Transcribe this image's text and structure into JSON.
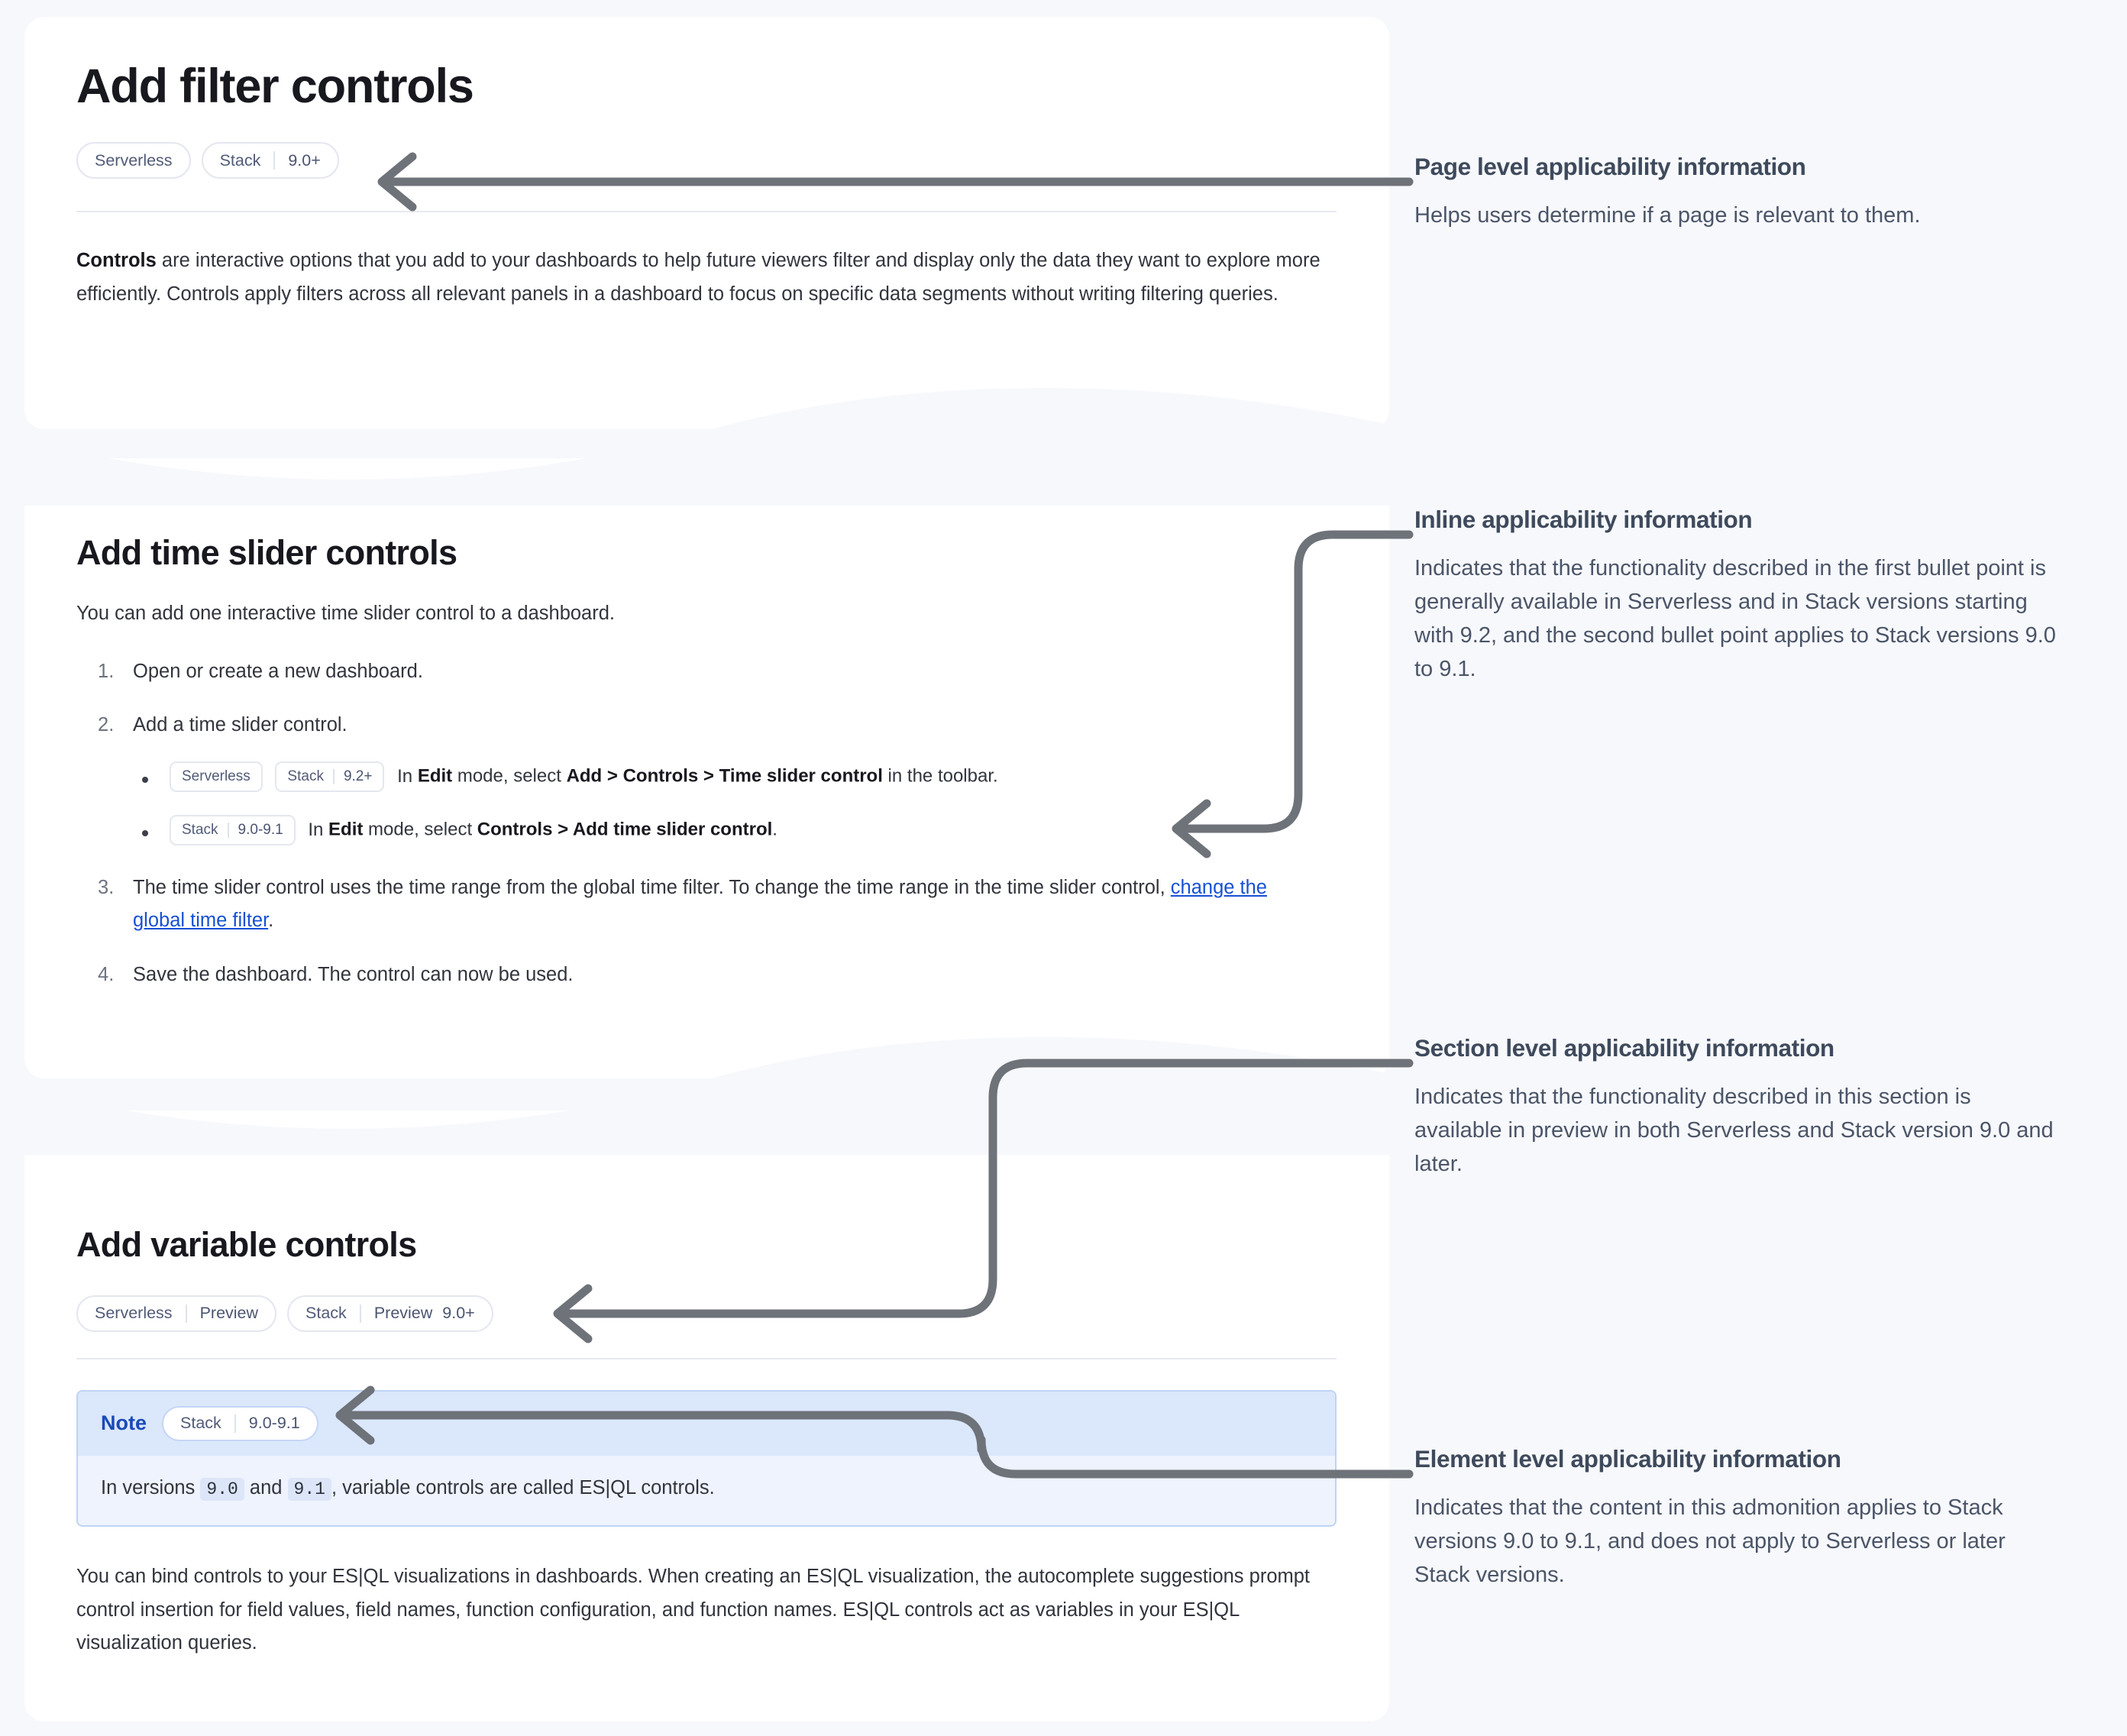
{
  "page": {
    "title": "Add filter controls",
    "applicability": [
      {
        "name": "Serverless",
        "value": "",
        "value2": ""
      },
      {
        "name": "Stack",
        "value": "9.0+",
        "value2": ""
      }
    ],
    "intro_lead": "Controls",
    "intro_rest": " are interactive options that you add to your dashboards to help future viewers filter and display only the data they want to explore more efficiently. Controls apply filters across all relevant panels in a dashboard to focus on specific data segments without writing filtering queries."
  },
  "section_time_slider": {
    "title": "Add time slider controls",
    "lead": "You can add one interactive time slider control to a dashboard.",
    "steps": [
      {
        "text": "Open or create a new dashboard."
      },
      {
        "text": "Add a time slider control."
      },
      {
        "text": "The time slider control uses the time range from the global time filter. To change the time range in the time slider control, "
      },
      {
        "text": "Save the dashboard. The control can now be used."
      }
    ],
    "step3_link": "change the global time filter",
    "step3_tail": ".",
    "bullets": [
      {
        "badges": [
          {
            "name": "Serverless",
            "value": "",
            "value2": ""
          },
          {
            "name": "Stack",
            "value": "9.2+",
            "value2": ""
          }
        ],
        "prefix": "In ",
        "b1": "Edit",
        "mid1": " mode, select ",
        "b2": "Add",
        "sep1": " > ",
        "b3": "Controls",
        "sep2": " > ",
        "b4": "Time slider control",
        "tail": " in the toolbar."
      },
      {
        "badges": [
          {
            "name": "Stack",
            "value": "9.0-9.1",
            "value2": ""
          }
        ],
        "prefix": "In ",
        "b1": "Edit",
        "mid1": " mode, select ",
        "b2": "Controls",
        "sep1": " > ",
        "b3": "Add time slider control",
        "sep2": "",
        "b4": "",
        "tail": "."
      }
    ]
  },
  "section_variable": {
    "title": "Add variable controls",
    "applicability": [
      {
        "name": "Serverless",
        "value": "Preview",
        "value2": ""
      },
      {
        "name": "Stack",
        "value": "Preview",
        "value2": "9.0+"
      }
    ],
    "note": {
      "label": "Note",
      "badge": {
        "name": "Stack",
        "value": "9.0-9.1",
        "value2": ""
      },
      "body_pre": "In versions ",
      "code1": "9.0",
      "body_mid": " and ",
      "code2": "9.1",
      "body_post": ", variable controls are called ES|QL controls."
    },
    "paragraph": "You can bind controls to your ES|QL visualizations in dashboards. When creating an ES|QL visualization, the autocomplete suggestions prompt control insertion for field values, field names, function configuration, and function names. ES|QL controls act as variables in your ES|QL visualization queries."
  },
  "annotations": [
    {
      "heading": "Page level applicability information",
      "body": "Helps users determine if a page is relevant to them."
    },
    {
      "heading": "Inline applicability information",
      "body": "Indicates that the functionality described in the first bullet point is generally available in Serverless and in Stack versions starting with 9.2, and the second bullet point applies to Stack versions 9.0 to 9.1."
    },
    {
      "heading": "Section level applicability information",
      "body": "Indicates that the functionality described in this section is available in preview in both Serverless and Stack version 9.0 and later."
    },
    {
      "heading": "Element level applicability information",
      "body": "Indicates that the content in this admonition applies to Stack versions 9.0 to 9.1, and does not apply to Serverless or later Stack versions."
    }
  ],
  "colors": {
    "page_background": "#f7f8fc",
    "card_background": "#ffffff",
    "connector": "#6e7279",
    "link": "#1750d4",
    "note_border": "#bfd3f3",
    "note_header_bg": "#dbe7fb",
    "note_body_bg": "#eef3fd",
    "note_label": "#1a49b8",
    "badge_text": "#515b77",
    "annotation_heading": "#3e4a5c",
    "annotation_body": "#4b5568"
  }
}
